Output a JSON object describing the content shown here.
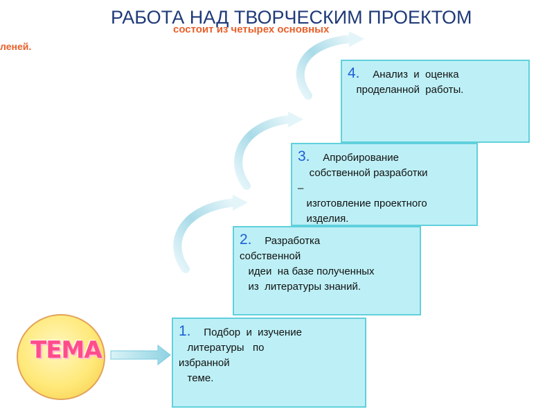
{
  "title": "РАБОТА НАД ТВОРЧЕСКИМ ПРОЕКТОМ",
  "subtitle": "состоит из четырех основных",
  "subtitle_cont": "леней.",
  "center": "ТЕМА",
  "steps": [
    {
      "num": "1.",
      "text": "  Подбор  и  изучение\n   литературы   по\nизбранной\n   теме."
    },
    {
      "num": "2.",
      "text": "  Разработка\nсобственной\n   идеи  на базе полученных\n   из  литературы знаний."
    },
    {
      "num": "3.",
      "text": "  Апробирование\n    собственной разработки\n–\n   изготовление проектного\n   изделия."
    },
    {
      "num": "4.",
      "text": "  Анализ  и  оценка\n   проделанной  работы."
    }
  ],
  "colors": {
    "box_fill": "#bdf0f6",
    "box_border": "#5fd0dc",
    "number": "#1d5ed6",
    "title": "#1f3a78",
    "subtitle": "#e8602a",
    "tema": "#ff4d8a"
  }
}
